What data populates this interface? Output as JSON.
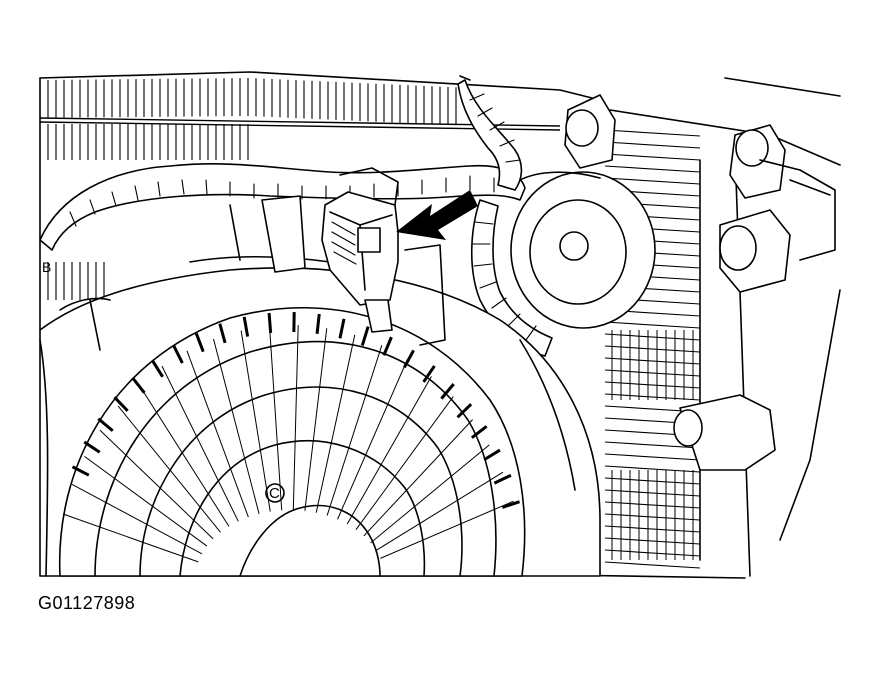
{
  "figure": {
    "code": "G01127898",
    "marks": {
      "b": "B",
      "c": "C"
    },
    "icons": {
      "arrow": "arrow-left-icon",
      "connector": "connector-icon"
    },
    "colors": {
      "ink": "#000000",
      "paper": "#ffffff"
    }
  }
}
